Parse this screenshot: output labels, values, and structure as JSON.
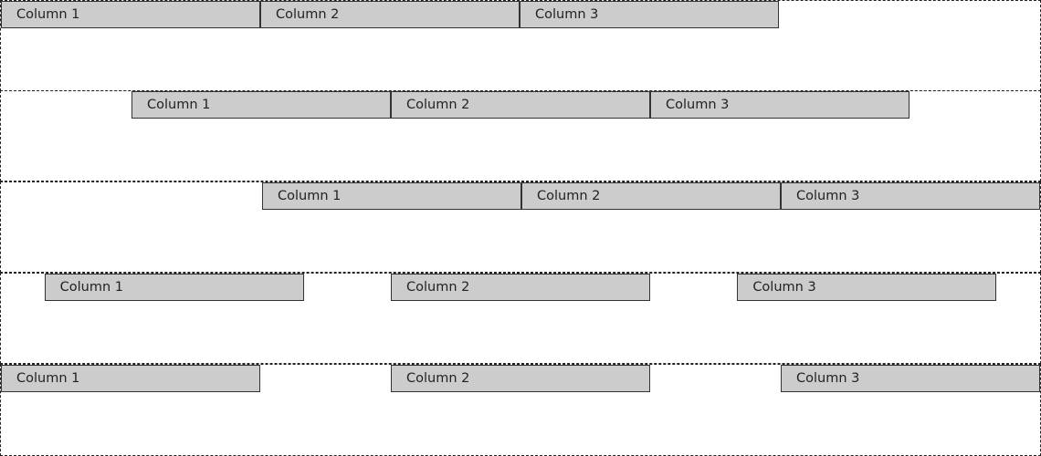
{
  "rows": [
    {
      "justify": "flex-start",
      "columns": [
        "Column 1",
        "Column 2",
        "Column 3"
      ]
    },
    {
      "justify": "center",
      "columns": [
        "Column 1",
        "Column 2",
        "Column 3"
      ]
    },
    {
      "justify": "flex-end",
      "columns": [
        "Column 1",
        "Column 2",
        "Column 3"
      ]
    },
    {
      "justify": "space-around",
      "columns": [
        "Column 1",
        "Column 2",
        "Column 3"
      ]
    },
    {
      "justify": "space-between",
      "columns": [
        "Column 1",
        "Column 2",
        "Column 3"
      ]
    }
  ],
  "colors": {
    "column_fill": "#cccccc",
    "column_border": "#333333",
    "row_border": "#222222",
    "background": "#ffffff"
  }
}
